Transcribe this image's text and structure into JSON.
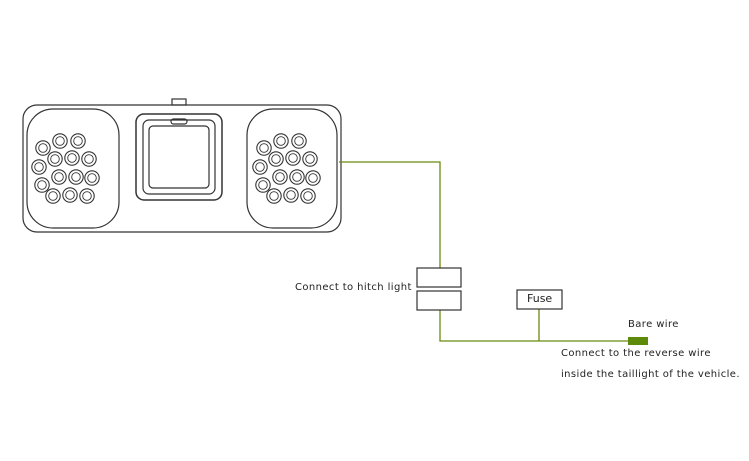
{
  "labels": {
    "hitch": "Connect to hitch light",
    "fuse": "Fuse",
    "bare_wire": "Bare wire",
    "reverse_line1": "Connect to the reverse wire",
    "reverse_line2": "inside the taillight of the vehicle."
  },
  "colors": {
    "wire": "#6b8a12",
    "bare_wire_terminal": "#5e8a0a",
    "outline": "#333333"
  }
}
